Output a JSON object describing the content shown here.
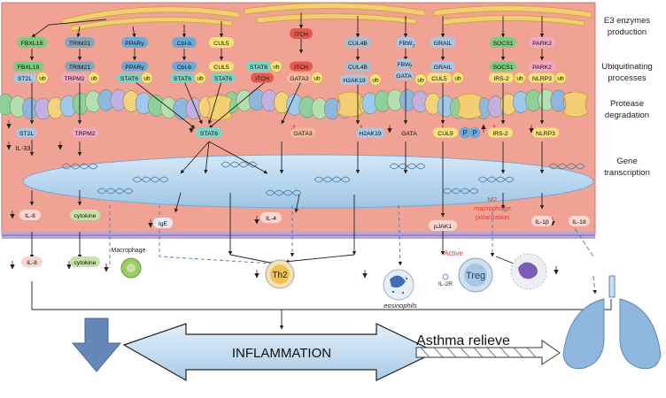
{
  "right_labels": {
    "e3": [
      "E3 enzymes",
      "production"
    ],
    "ubiq": [
      "Ubiquitinating",
      "processes"
    ],
    "protease": [
      "Protease",
      "degradation"
    ],
    "gene": [
      "Gene",
      "transcription"
    ]
  },
  "e3": {
    "fbxl19": "FBXL19",
    "trim21": "TRIM21",
    "ppar": "PPARγ",
    "cblb": "Cbl-b",
    "cul5": "CUL5",
    "itch": "ITCH",
    "cul4b": "CUL4B",
    "fbw7": "FBW",
    "fbw7_sub": "7",
    "grail": "GRAIL",
    "socs1": "SOCS1",
    "park2": "PARK2"
  },
  "ubiq": {
    "fbxl19": "FBXL19",
    "st2l": "ST2L",
    "ub": "ub",
    "trim21": "TRIM21",
    "trpm2": "TRPM2",
    "ppar": "PPARγ",
    "stat6": "STAT6",
    "cblb": "Cbl-b",
    "cul5": "CUL5",
    "itch": "ITCH",
    "gata3": "GATA3",
    "cul4b": "CUL4B",
    "h2ak19": "H2AK19",
    "fbw": "FBW",
    "fbw_sub": "7",
    "gata": "GATA",
    "grail": "GRAIL",
    "socs1": "SOCS1",
    "irs2": "IRS-2",
    "park2": "PARK2",
    "nlrp3": "NLRP3"
  },
  "deg": {
    "st2l": "ST2L",
    "trpm2": "TRPM2",
    "stat6": "STAT6",
    "gata3": "GATA3",
    "h2ak19": "H2AK19",
    "gata": "GATA",
    "cul5": "CUL5",
    "p": "P",
    "irs2": "IRS-2",
    "nlrp3": "NLRP3",
    "il33": "IL-33"
  },
  "nucleus_out": {
    "il8": "IL-8",
    "cytokine": "cytokine",
    "ige": "IgE",
    "il4": "IL-4",
    "pjak1": "pJAK1",
    "m2": [
      "M2",
      "macrophage",
      "polarization"
    ],
    "il1b": "IL-1β",
    "il18": "IL-18"
  },
  "bottom": {
    "il8": "IL-8",
    "cytokine": "cytokine",
    "macrophage": "Macrophage",
    "th2": "Th2",
    "eosinophils": "eosinophils",
    "active": "Active",
    "treg": "Treg",
    "il2r": "IL-2R",
    "inflammation": "INFLAMMATION",
    "asthma": "Asthma relieve"
  },
  "colors": {
    "cell_bg": "#f0a394",
    "nucleus": "#b5d6ef",
    "membrane_top": "#f2cf73",
    "arrow_red": "#c0392b",
    "label_red": "#e53935",
    "green_node": "#7fc97f",
    "blue_node": "#6ea8d6",
    "grey_node": "#8aa4b8",
    "ub_yellow": "#f6e27a"
  }
}
